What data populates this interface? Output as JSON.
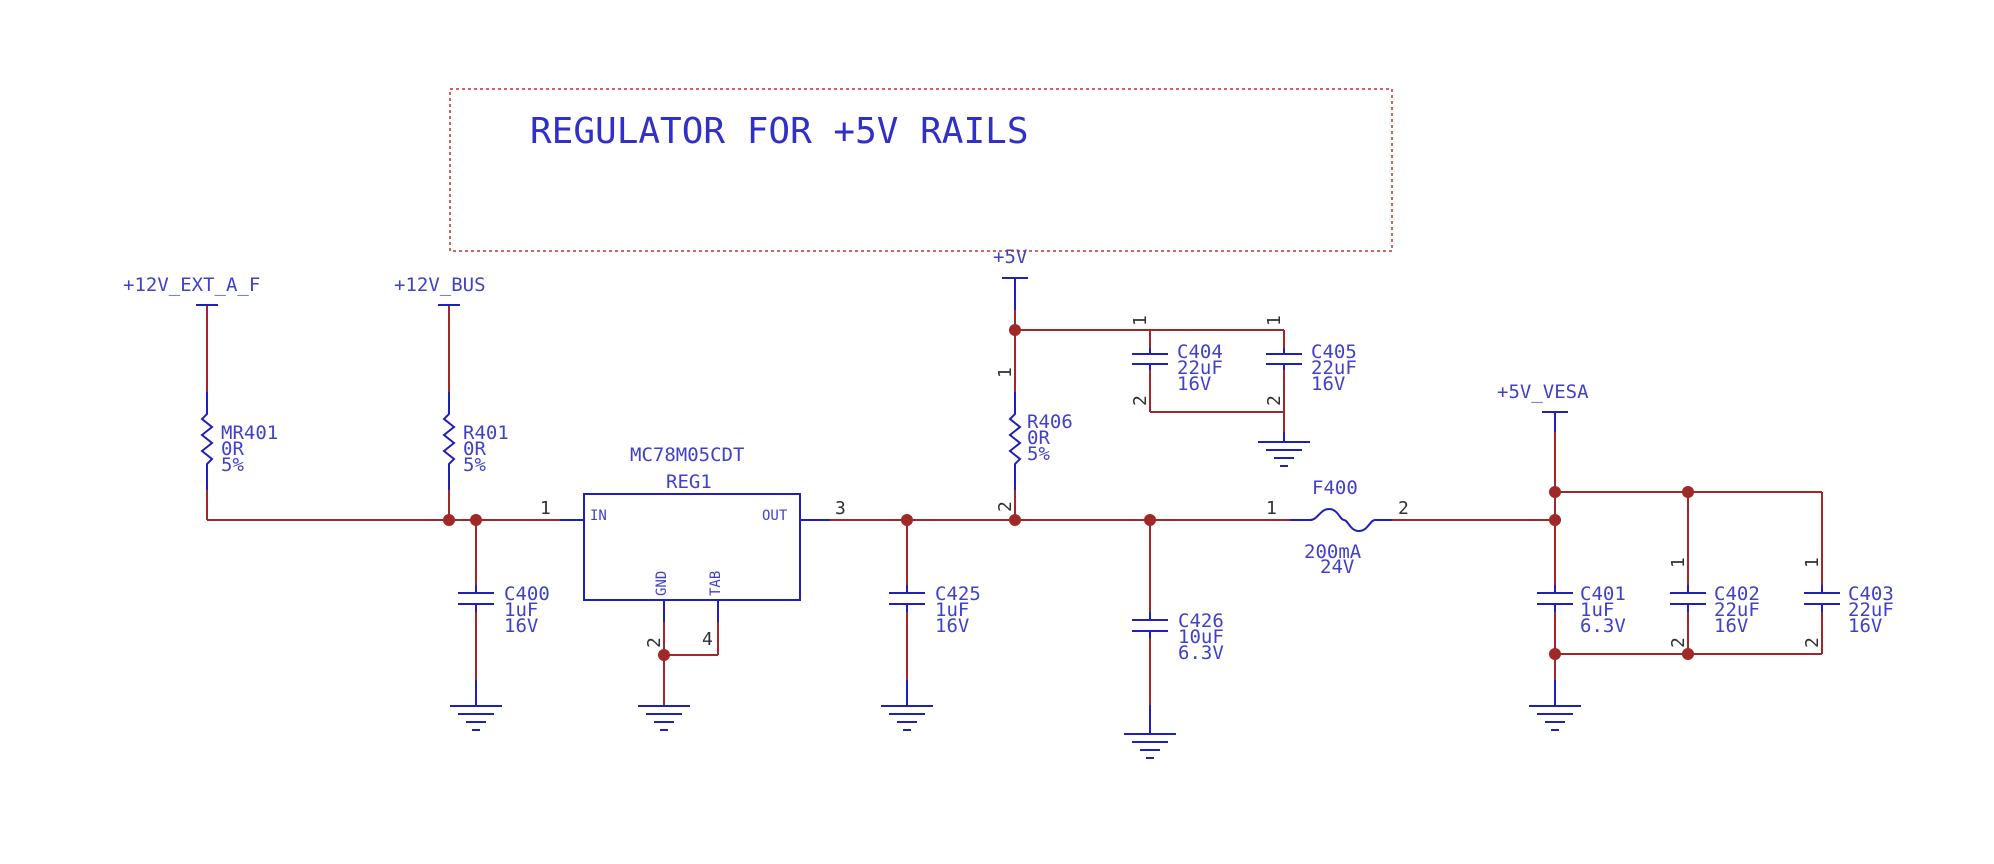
{
  "title_block": {
    "text": "REGULATOR FOR +5V RAILS"
  },
  "colors": {
    "wire": "#a02828",
    "symbol": "#2020b8",
    "text": "#4040c8",
    "frame": "#c03030"
  },
  "power": {
    "ext": "+12V_EXT_A_F",
    "bus": "+12V_BUS",
    "p5v": "+5V",
    "vesa": "+5V_VESA"
  },
  "components": {
    "mr401": {
      "ref": "MR401",
      "value": "0R",
      "tol": "5%"
    },
    "r401": {
      "ref": "R401",
      "value": "0R",
      "tol": "5%"
    },
    "r406": {
      "ref": "R406",
      "value": "0R",
      "tol": "5%",
      "pin1": "1",
      "pin2": "2"
    },
    "reg1": {
      "part": "MC78M05CDT",
      "ref": "REG1",
      "in": "IN",
      "out": "OUT",
      "gnd": "GND",
      "tab": "TAB",
      "pin_in": "1",
      "pin_out": "3",
      "pin_gnd": "2",
      "pin_tab": "4"
    },
    "c400": {
      "ref": "C400",
      "value": "1uF",
      "volt": "16V"
    },
    "c425": {
      "ref": "C425",
      "value": "1uF",
      "volt": "16V"
    },
    "c426": {
      "ref": "C426",
      "value": "10uF",
      "volt": "6.3V"
    },
    "c404": {
      "ref": "C404",
      "value": "22uF",
      "volt": "16V",
      "pin1": "1",
      "pin2": "2"
    },
    "c405": {
      "ref": "C405",
      "value": "22uF",
      "volt": "16V",
      "pin1": "1",
      "pin2": "2"
    },
    "f400": {
      "ref": "F400",
      "current": "200mA",
      "volt": "24V",
      "pin1": "1",
      "pin2": "2"
    },
    "c401": {
      "ref": "C401",
      "value": "1uF",
      "volt": "6.3V"
    },
    "c402": {
      "ref": "C402",
      "value": "22uF",
      "volt": "16V",
      "pin1": "1",
      "pin2": "2"
    },
    "c403": {
      "ref": "C403",
      "value": "22uF",
      "volt": "16V",
      "pin1": "1",
      "pin2": "2"
    }
  }
}
